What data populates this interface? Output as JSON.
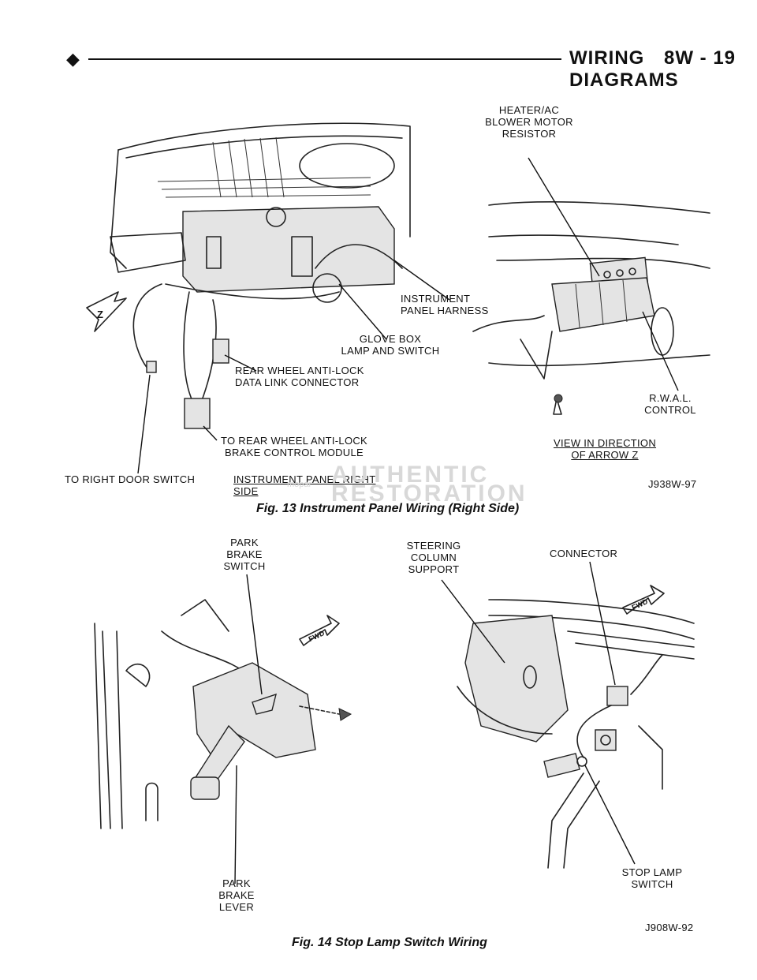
{
  "header": {
    "diamond": "◆",
    "section_title": "WIRING DIAGRAMS",
    "page_number": "8W - 19"
  },
  "figure13": {
    "caption": "Fig. 13 Instrument Panel Wiring (Right Side)",
    "code": "J938W-97",
    "labels": {
      "blower_resistor": "HEATER/AC\nBLOWER MOTOR\nRESISTOR",
      "instrument_harness": "INSTRUMENT\nPANEL HARNESS",
      "glove_box": "GLOVE BOX\nLAMP AND SWITCH",
      "rwal_data_link": "REAR WHEEL ANTI-LOCK\nDATA LINK CONNECTOR",
      "rwal_control": "R.W.A.L.\nCONTROL",
      "rwal_module": "TO REAR WHEEL ANTI-LOCK\nBRAKE CONTROL MODULE",
      "view_direction": "VIEW IN DIRECTION\nOF ARROW Z",
      "door_switch": "TO RIGHT DOOR SWITCH",
      "panel_side": "INSTRUMENT PANEL RIGHT SIDE",
      "arrow_letter": "Z"
    }
  },
  "figure14": {
    "caption": "Fig. 14 Stop Lamp Switch Wiring",
    "code": "J908W-92",
    "labels": {
      "park_brake_switch": "PARK\nBRAKE\nSWITCH",
      "steering_support": "STEERING\nCOLUMN\nSUPPORT",
      "connector": "CONNECTOR",
      "park_brake_lever": "PARK\nBRAKE\nLEVER",
      "stop_lamp_switch": "STOP LAMP\nSWITCH",
      "fwd_left": "FWD",
      "fwd_right": "FWD"
    }
  },
  "watermark": {
    "line1": "AUTHENTIC",
    "line2": "RESTORATION",
    "brand": "mopar"
  }
}
